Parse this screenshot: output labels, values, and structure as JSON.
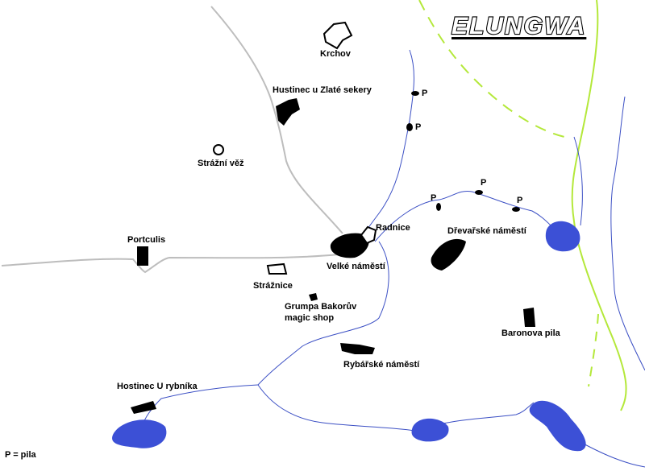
{
  "map": {
    "title": "ELUNGWA",
    "legend": "P = pila",
    "labels": {
      "krchov": "Krchov",
      "hostinec_sekery": "Hustinec u Zlaté sekery",
      "strazni_vez": "Strážní věž",
      "radnice": "Radnice",
      "drevarske": "Dřevařské náměstí",
      "portculis": "Portculis",
      "velke": "Velké náměstí",
      "straznice": "Strážnice",
      "grumpa_1": "Grumpa Bakorův",
      "grumpa_2": "magic shop",
      "baronova": "Baronova pila",
      "rybarske": "Rybářské náměstí",
      "hostinec_rybnika": "Hostinec U rybníka"
    },
    "saw_marker": "P",
    "colors": {
      "road": "#bdbdbd",
      "river": "#3b4fc4",
      "lake": "#3c50d6",
      "border": "#b4e83a",
      "building": "#000000"
    }
  }
}
